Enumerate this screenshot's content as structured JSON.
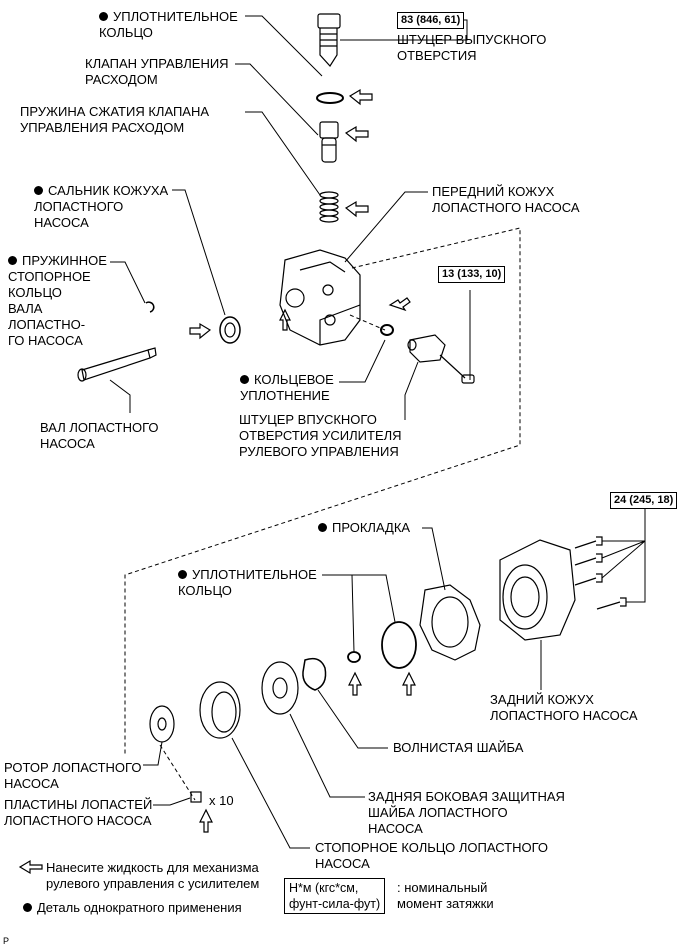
{
  "labels": {
    "o_ring_top": "УПЛОТНИТЕЛЬНОЕ\nКОЛЬЦО",
    "flow_valve": "КЛАПАН УПРАВЛЕНИЯ\nРАСХОДОМ",
    "flow_valve_spring": "ПРУЖИНА СЖАТИЯ КЛАПАНА\nУПРАВЛЕНИЯ РАСХОДОМ",
    "oil_seal": "САЛЬНИК КОЖУХА\nЛОПАСТНОГО\nНАСОСА",
    "snap_ring": "ПРУЖИННОЕ\nСТОПОРНОЕ\nКОЛЬЦО\nВАЛА\nЛОПАСТНО-\nГО НАСОСА",
    "vane_shaft": "ВАЛ ЛОПАСТНОГО\nНАСОСА",
    "outlet_union": "ШТУЦЕР ВЫПУСКНОГО\nОТВЕРСТИЯ",
    "front_housing": "ПЕРЕДНИЙ КОЖУХ\nЛОПАСТНОГО НАСОСА",
    "o_ring_mid": "КОЛЬЦЕВОЕ\nУПЛОТНЕНИЕ",
    "suction_port": "ШТУЦЕР ВПУСКНОГО\nОТВЕРСТИЯ УСИЛИТЕЛЯ\nРУЛЕВОГО УПРАВЛЕНИЯ",
    "gasket": "ПРОКЛАДКА",
    "o_ring_bottom": "УПЛОТНИТЕЛЬНОЕ\nКОЛЬЦО",
    "rear_housing": "ЗАДНИЙ КОЖУХ\nЛОПАСТНОГО НАСОСА",
    "wave_washer": "ВОЛНИСТАЯ ШАЙБА",
    "side_plate": "ЗАДНЯЯ БОКОВАЯ ЗАЩИТНАЯ\nШАЙБА ЛОПАСТНОГО\nНАСОСА",
    "cam_ring": "СТОПОРНОЕ КОЛЬЦО ЛОПАСТНОГО\nНАСОСА",
    "rotor": "РОТОР ЛОПАСТНОГО\nНАСОСА",
    "vane_plates": "ПЛАСТИНЫ ЛОПАСТЕЙ\nЛОПАСТНОГО НАСОСА",
    "vane_qty": "x 10"
  },
  "torques": {
    "outlet_union": "83 (846, 61)",
    "suction_bolt": "13 (133, 10)",
    "rear_bolts": "24 (245, 18)"
  },
  "legend": {
    "arrow_text": "Нанесите жидкость для механизма\nрулевого управления с усилителем",
    "dot_text": "Деталь однократного применения",
    "torque_box": "Н*м (кгс*см,\nфунт-сила-фут)",
    "torque_text": ": номинальный\nмомент затяжки"
  },
  "footnote": "P"
}
